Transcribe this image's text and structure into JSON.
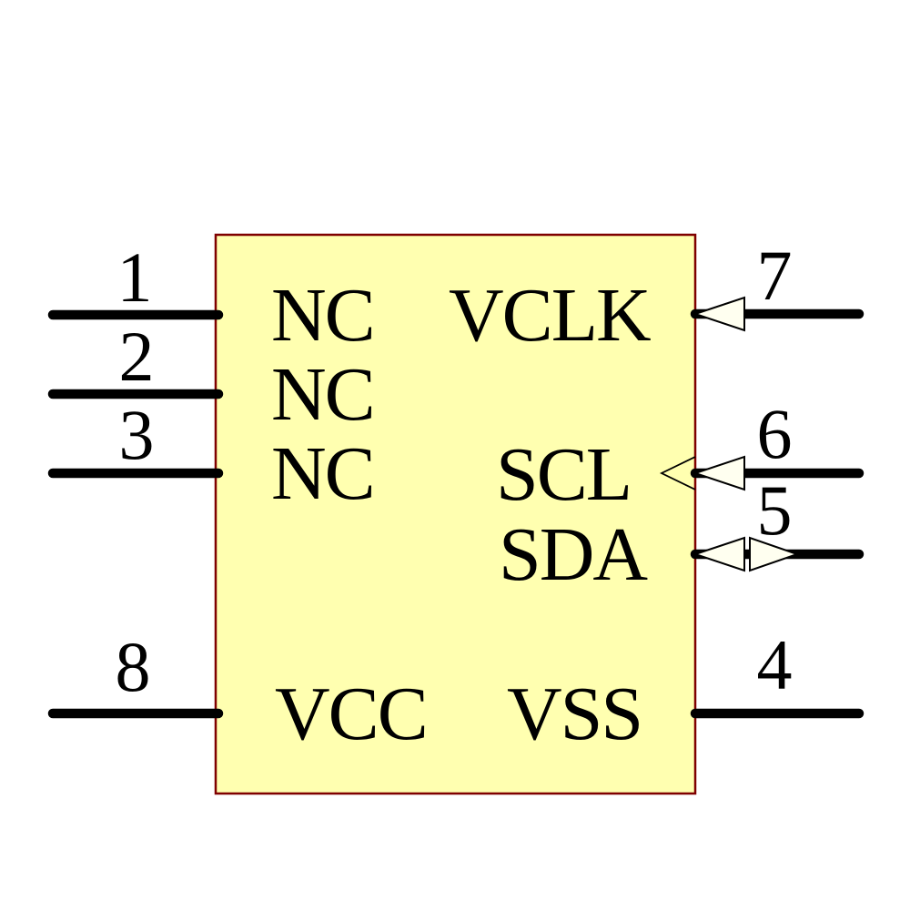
{
  "component": {
    "type": "ic-schematic-symbol",
    "description": "8-pin IC schematic symbol (serial EEPROM style)",
    "colors": {
      "body_fill": "#FFFFB0",
      "body_border": "#7F0000",
      "arrow_fill": "#FFFFF0",
      "line_color": "#000000",
      "background": "#FFFFFF"
    },
    "pins": {
      "left": [
        {
          "number": "1",
          "label": "NC"
        },
        {
          "number": "2",
          "label": "NC"
        },
        {
          "number": "3",
          "label": "NC"
        },
        {
          "number": "8",
          "label": "VCC"
        }
      ],
      "right": [
        {
          "number": "7",
          "label": "VCLK",
          "direction": "input"
        },
        {
          "number": "6",
          "label": "SCL",
          "direction": "clock-input"
        },
        {
          "number": "5",
          "label": "SDA",
          "direction": "bidirectional"
        },
        {
          "number": "4",
          "label": "VSS",
          "direction": "passive"
        }
      ]
    }
  }
}
